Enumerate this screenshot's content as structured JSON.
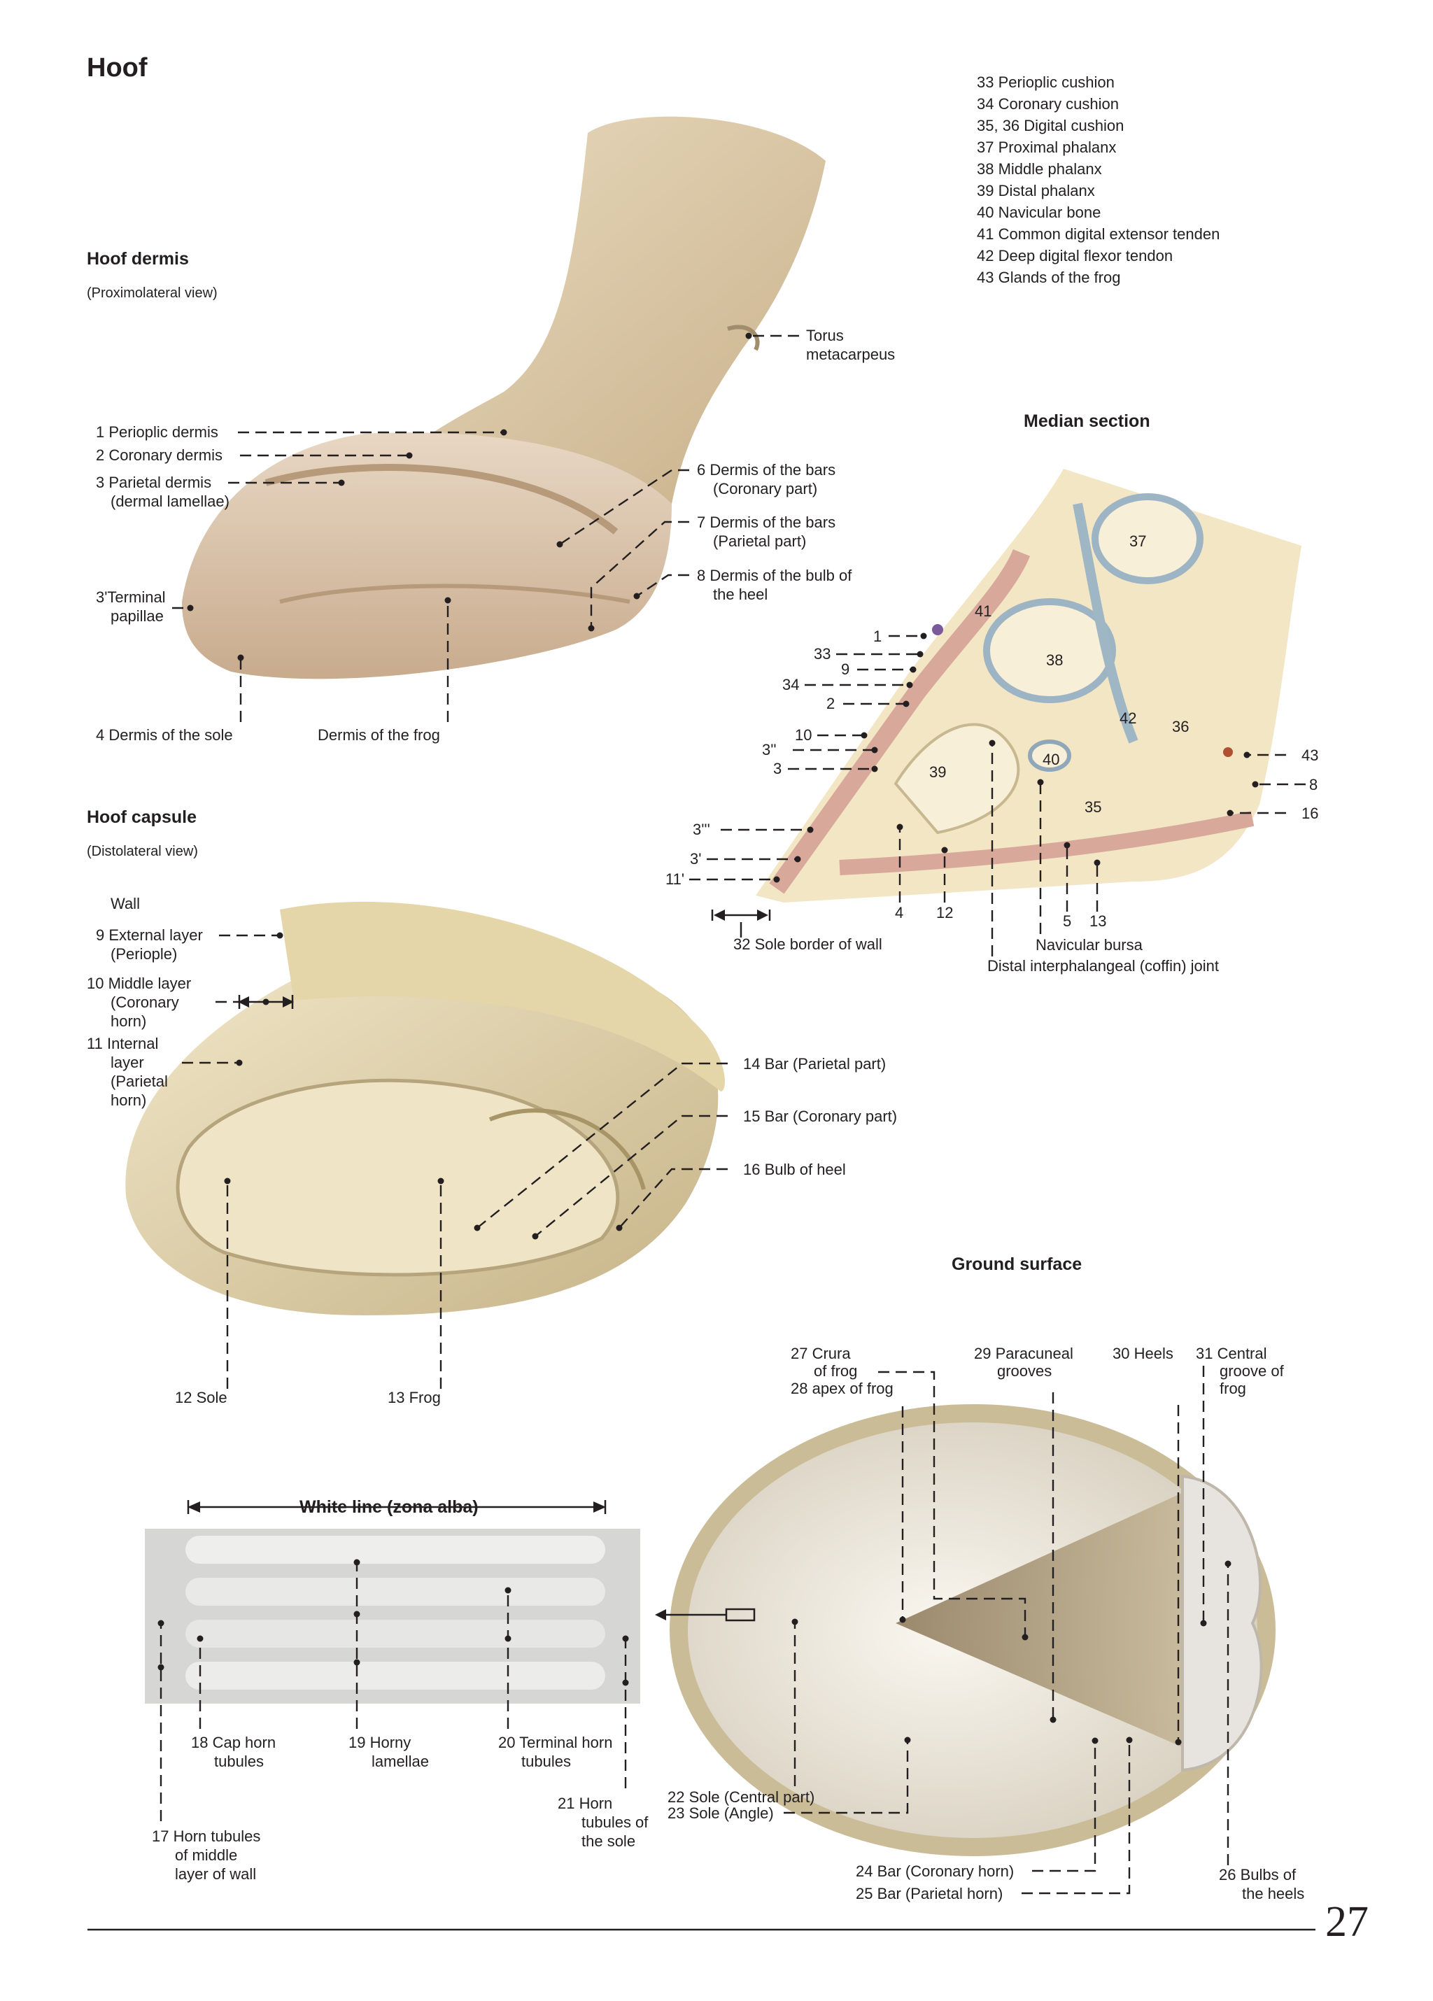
{
  "page": {
    "title": "Hoof",
    "page_number": "27"
  },
  "legend_list": [
    "33 Perioplic cushion",
    "34 Coronary cushion",
    "35, 36  Digital cushion",
    "37 Proximal phalanx",
    "38 Middle phalanx",
    "39 Distal phalanx",
    "40 Navicular bone",
    "41 Common digital extensor tenden",
    "42 Deep digital flexor tendon",
    "43 Glands of the frog"
  ],
  "hoof_dermis": {
    "title": "Hoof dermis",
    "subtitle": "(Proximolateral view)",
    "labels": {
      "torus_1": "Torus",
      "torus_2": "metacarpeus",
      "l1": "1 Perioplic dermis",
      "l2": "2 Coronary dermis",
      "l3a": "3 Parietal dermis",
      "l3b": "(dermal lamellae)",
      "l3pa": "3'Terminal",
      "l3pb": "papillae",
      "l4": "4 Dermis of the sole",
      "frog": "Dermis of the frog",
      "l6a": "6 Dermis of the bars",
      "l6b": "(Coronary part)",
      "l7a": "7 Dermis of the bars",
      "l7b": "(Parietal part)",
      "l8a": "8 Dermis of the bulb of",
      "l8b": "the heel"
    }
  },
  "median_section": {
    "title": "Median section",
    "numbers": {
      "n37": "37",
      "n41": "41",
      "n38": "38",
      "n42": "42",
      "n36": "36",
      "n40": "40",
      "n39": "39",
      "n35": "35",
      "n1": "1",
      "n33": "33",
      "n9": "9",
      "n34": "34",
      "n2": "2",
      "n10": "10",
      "n3pp": "3''",
      "n3": "3",
      "n3ppp": "3'''",
      "n3p": "3'",
      "n11p": "11'",
      "n43": "43",
      "n8": "8",
      "n16": "16",
      "n4": "4",
      "n12": "12",
      "n5": "5",
      "n13": "13"
    },
    "labels": {
      "sole_border": "32 Sole border of wall",
      "navicular": "Navicular bursa",
      "coffin": "Distal interphalangeal (coffin) joint"
    }
  },
  "hoof_capsule": {
    "title": "Hoof capsule",
    "subtitle": "(Distolateral view)",
    "labels": {
      "wall": "Wall",
      "l9a": "9 External layer",
      "l9b": "(Periople)",
      "l10a": "10 Middle layer",
      "l10b": "(Coronary",
      "l10c": "horn)",
      "l11a": "11 Internal",
      "l11b": "layer",
      "l11c": "(Parietal",
      "l11d": "horn)",
      "l14": "14 Bar (Parietal part)",
      "l15": "15 Bar (Coronary part)",
      "l16": "16 Bulb of heel",
      "l12": "12 Sole",
      "l13": "13 Frog"
    }
  },
  "ground_surface": {
    "title": "Ground surface",
    "labels": {
      "l27a": "27 Crura",
      "l27b": "of frog",
      "l28": "28 apex of frog",
      "l29a": "29 Paracuneal",
      "l29b": "grooves",
      "l30": "30 Heels",
      "l31a": "31 Central",
      "l31b": "groove of",
      "l31c": "frog",
      "l22": "22 Sole (Central part)",
      "l23": "23 Sole (Angle)",
      "l24": "24 Bar (Coronary horn)",
      "l25": "25 Bar (Parietal horn)",
      "l26a": "26 Bulbs of",
      "l26b": "the heels"
    }
  },
  "white_line": {
    "title": "White line (zona alba)",
    "labels": {
      "l18a": "18 Cap horn",
      "l18b": "tubules",
      "l19a": "19 Horny",
      "l19b": "lamellae",
      "l20a": "20 Terminal horn",
      "l20b": "tubules",
      "l17a": "17 Horn tubules",
      "l17b": "of middle",
      "l17c": "layer of wall",
      "l21a": "21 Horn",
      "l21b": "tubules of",
      "l21c": "the sole"
    }
  }
}
